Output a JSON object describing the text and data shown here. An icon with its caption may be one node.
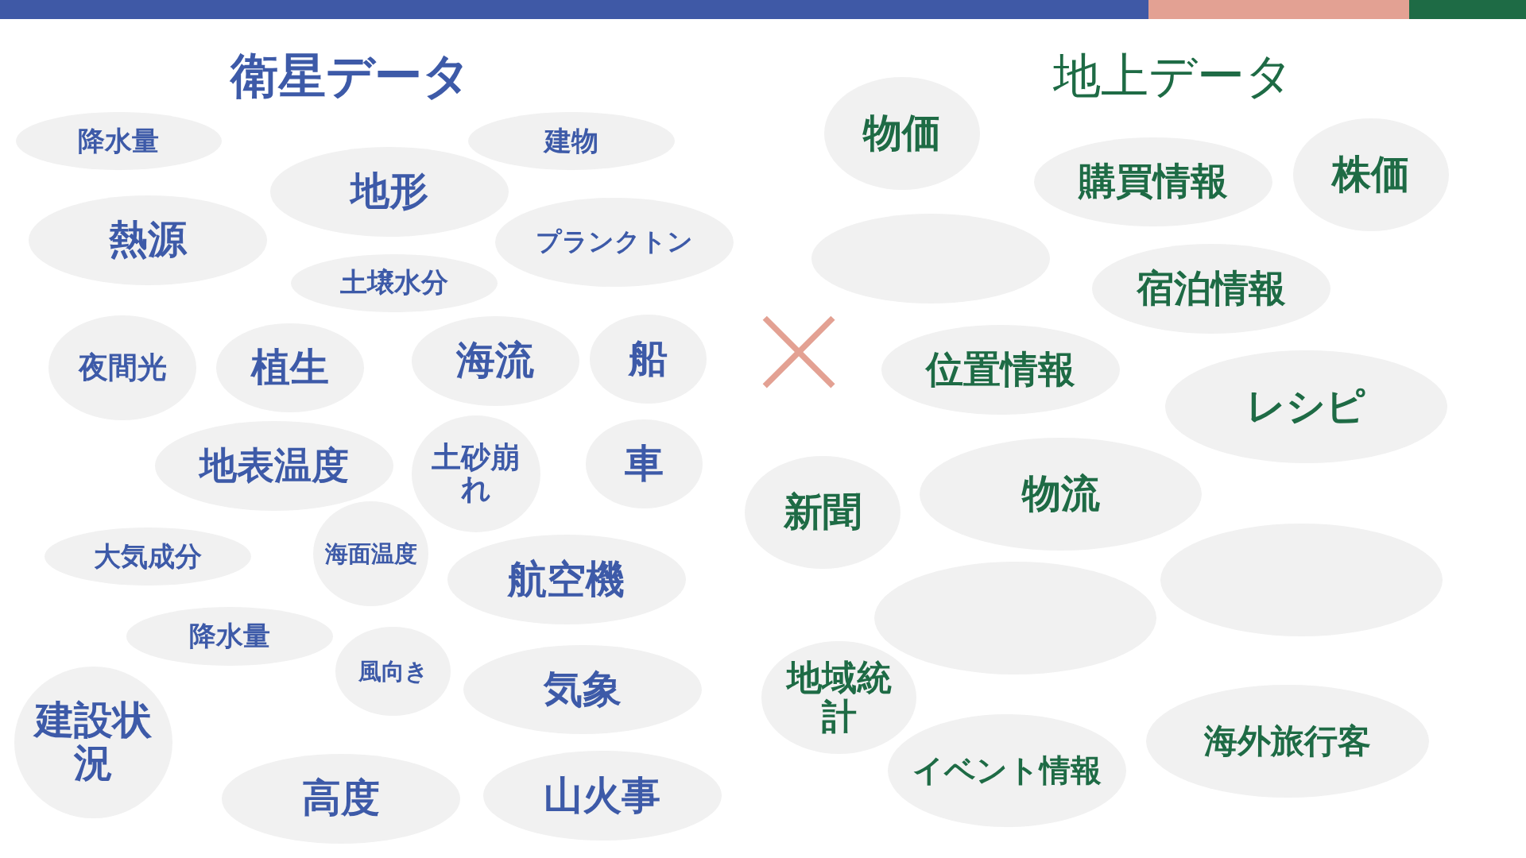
{
  "diagram": {
    "nodes": [
      {
        "text": [
          "降水量"
        ]
      },
      {
        "text": [
          "建物"
        ]
      },
      {
        "text": [
          "地形"
        ]
      },
      {
        "text": [
          "熱源"
        ]
      },
      {
        "text": [
          "プランクトン"
        ]
      },
      {
        "text": [
          "土壌水分"
        ]
      },
      {
        "text": [
          "夜間光"
        ]
      },
      {
        "text": [
          "植生"
        ]
      },
      {
        "text": [
          "海流"
        ]
      },
      {
        "text": [
          "船"
        ]
      },
      {
        "text": [
          "地表温度"
        ]
      },
      {
        "text": [
          "土砂崩れ"
        ]
      },
      {
        "text": [
          "車"
        ]
      },
      {
        "text": [
          "大気成分"
        ]
      },
      {
        "text": [
          "海面温度"
        ]
      },
      {
        "text": [
          "航空機"
        ]
      },
      {
        "text": [
          "降水量"
        ]
      },
      {
        "text": [
          "風向き"
        ]
      },
      {
        "text": [
          "建設状況"
        ]
      },
      {
        "text": [
          "気象"
        ]
      },
      {
        "text": [
          "高度"
        ]
      },
      {
        "text": [
          "山火事"
        ]
      },
      {
        "text": [
          "物価"
        ]
      },
      {
        "text": [
          "購買情報"
        ]
      },
      {
        "text": [
          "株価"
        ]
      },
      {
        "text": [],
        "shape": "ellipse"
      },
      {
        "text": [
          "宿泊情報"
        ]
      },
      {
        "text": [
          "位置情報"
        ]
      },
      {
        "text": [
          "レシピ"
        ]
      },
      {
        "text": [
          "新聞"
        ]
      },
      {
        "text": [
          "物流"
        ]
      },
      {
        "text": [],
        "shape": "ellipse"
      },
      {
        "text": [],
        "shape": "ellipse"
      },
      {
        "text": [
          "地域統計"
        ]
      },
      {
        "text": [
          "海外旅行客"
        ]
      },
      {
        "text": [
          "イベント情報"
        ]
      }
    ],
    "edges": [],
    "labels": [
      "衛星データ",
      "地上データ"
    ]
  }
}
